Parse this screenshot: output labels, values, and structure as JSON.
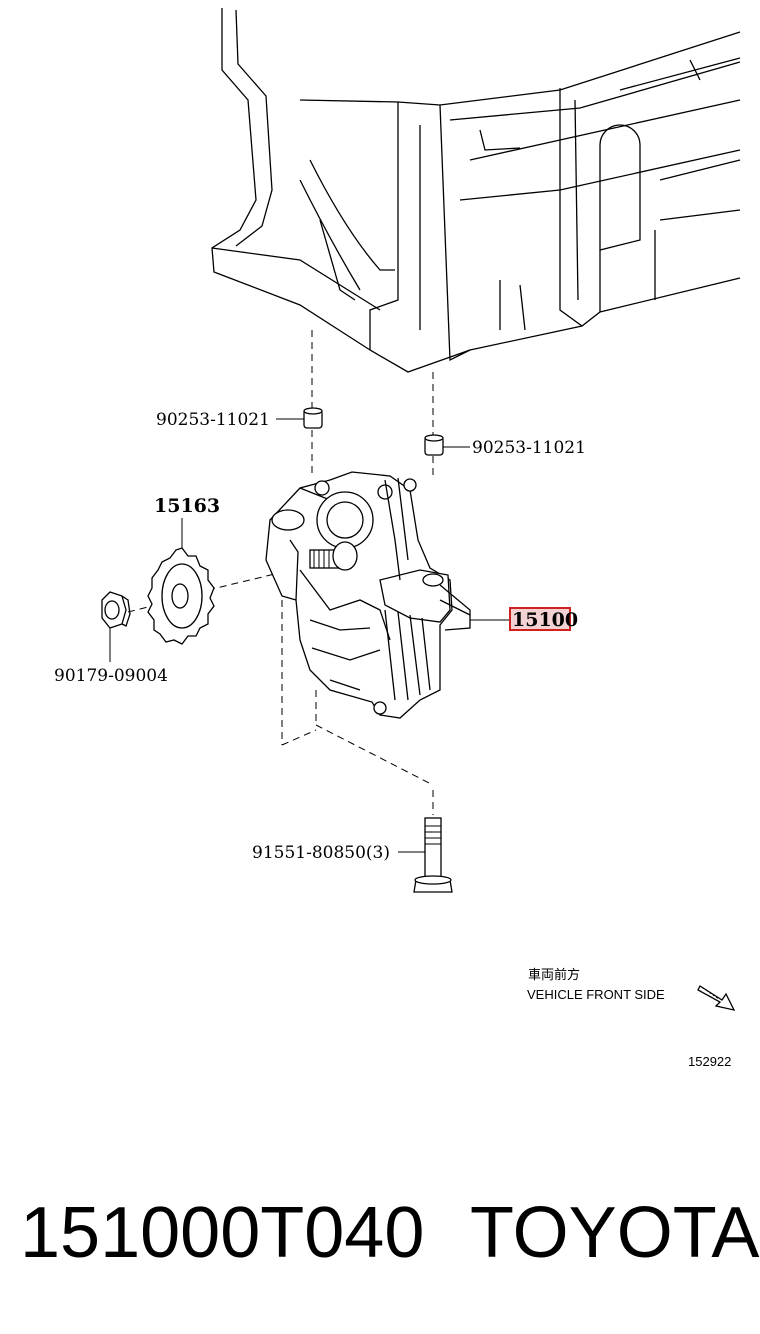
{
  "callouts": {
    "spacer_left": "90253-11021",
    "spacer_right": "90253-11021",
    "sprocket": "15163",
    "nut": "90179-09004",
    "pump": "15100",
    "bolt": "91551-80850(3)"
  },
  "orientation": {
    "label_jp": "車両前方",
    "label_en": "VEHICLE FRONT SIDE"
  },
  "diagram_ref": "152922",
  "footer": {
    "part_number": "151000T040",
    "brand": "TOYOTA"
  },
  "colors": {
    "highlight_border": "#d0201f",
    "highlight_fill": "#f2d2d2",
    "line": "#000000"
  }
}
